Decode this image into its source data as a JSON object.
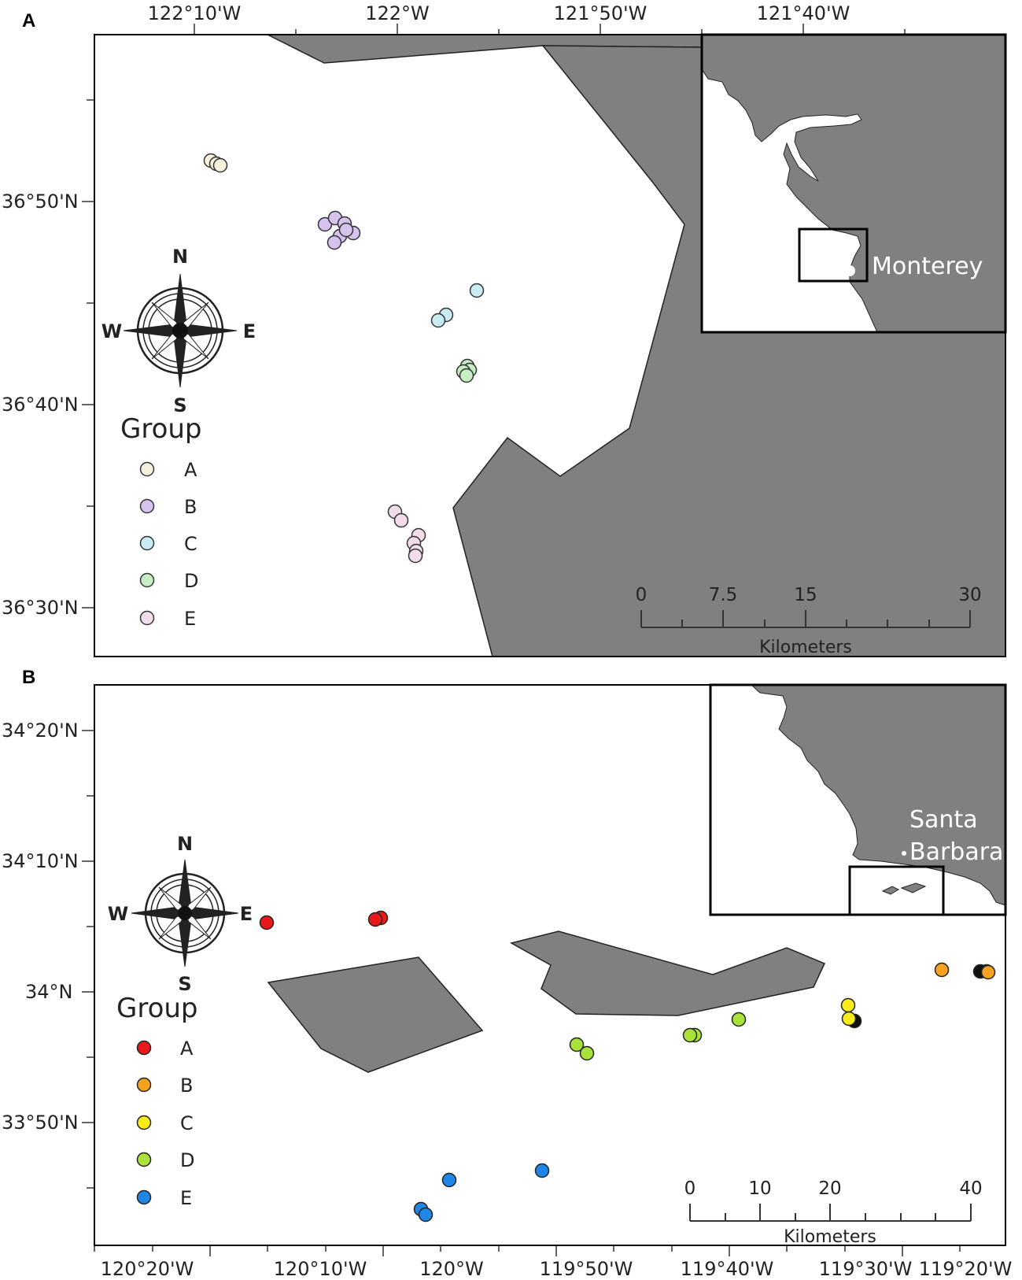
{
  "panels": [
    {
      "letter": "A",
      "top_ticks": [
        "122°10'W",
        "122°W",
        "121°50'W",
        "121°40'W"
      ],
      "left_ticks": [
        "36°50'N",
        "36°40'N",
        "36°30'N"
      ],
      "inset_place": "Monterey",
      "compass": {
        "n": "N",
        "s": "S",
        "e": "E",
        "w": "W"
      },
      "legend": {
        "title": "Group",
        "items": [
          {
            "label": "A",
            "color": "#f7f0dc"
          },
          {
            "label": "B",
            "color": "#d5c2ee"
          },
          {
            "label": "C",
            "color": "#c9ecf3"
          },
          {
            "label": "D",
            "color": "#c6eec2"
          },
          {
            "label": "E",
            "color": "#f2dcec"
          }
        ]
      },
      "scale": {
        "ticks": [
          "0",
          "7.5",
          "15",
          "30"
        ],
        "unit": "Kilometers"
      }
    },
    {
      "letter": "B",
      "bottom_ticks": [
        "120°20'W",
        "120°10'W",
        "120°W",
        "119°50'W",
        "119°40'W",
        "119°30'W",
        "119°20'W"
      ],
      "left_ticks": [
        "34°20'N",
        "34°10'N",
        "34°N",
        "33°50'N"
      ],
      "inset_place": [
        "Santa",
        "Barbara"
      ],
      "compass": {
        "n": "N",
        "s": "S",
        "e": "E",
        "w": "W"
      },
      "legend": {
        "title": "Group",
        "items": [
          {
            "label": "A",
            "color": "#e8191a"
          },
          {
            "label": "B",
            "color": "#f6a11f"
          },
          {
            "label": "C",
            "color": "#f7ec1a"
          },
          {
            "label": "D",
            "color": "#a9e23a"
          },
          {
            "label": "E",
            "color": "#1f86e6"
          }
        ]
      },
      "scale": {
        "ticks": [
          "0",
          "10",
          "20",
          "40"
        ],
        "unit": "Kilometers"
      }
    }
  ],
  "colors": {
    "land": "#808080",
    "frame": "#000000",
    "sea": "#ffffff"
  }
}
